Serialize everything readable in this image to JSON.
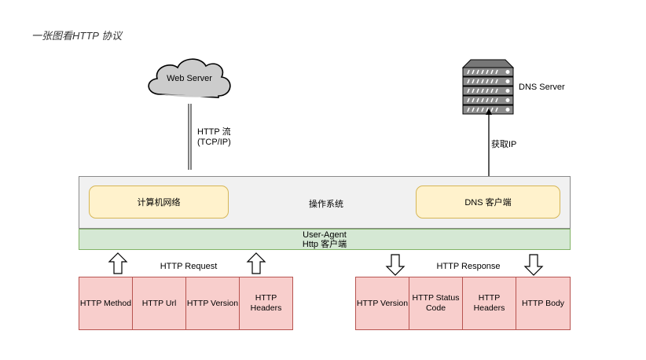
{
  "title": "一张图看HTTP 协议",
  "web_server": {
    "label": "Web Server",
    "icon": "cloud-icon"
  },
  "http_stream": {
    "line1": "HTTP 流",
    "line2": "(TCP/IP)"
  },
  "dns_server": {
    "label": "DNS Server",
    "icon": "server-rack-icon"
  },
  "get_ip": {
    "label": "获取IP"
  },
  "os": {
    "label": "操作系统",
    "network": "计算机网络",
    "dns_client": "DNS 客户端"
  },
  "user_agent": {
    "line1": "User-Agent",
    "line2": "Http 客户端"
  },
  "request": {
    "label": "HTTP Request",
    "cells": [
      "HTTP  Method",
      "HTTP  Url",
      "HTTP  Version",
      "HTTP\nHeaders"
    ]
  },
  "response": {
    "label": "HTTP Response",
    "cells": [
      "HTTP  Version",
      "HTTP  Status\nCode",
      "HTTP\nHeaders",
      "HTTP  Body"
    ]
  },
  "colors": {
    "os_fill": "#f1f1f1",
    "yellow_fill": "#fff2cc",
    "green_fill": "#d5e8d4",
    "red_fill": "#f8cecc",
    "cloud_fill": "#cccccc"
  }
}
